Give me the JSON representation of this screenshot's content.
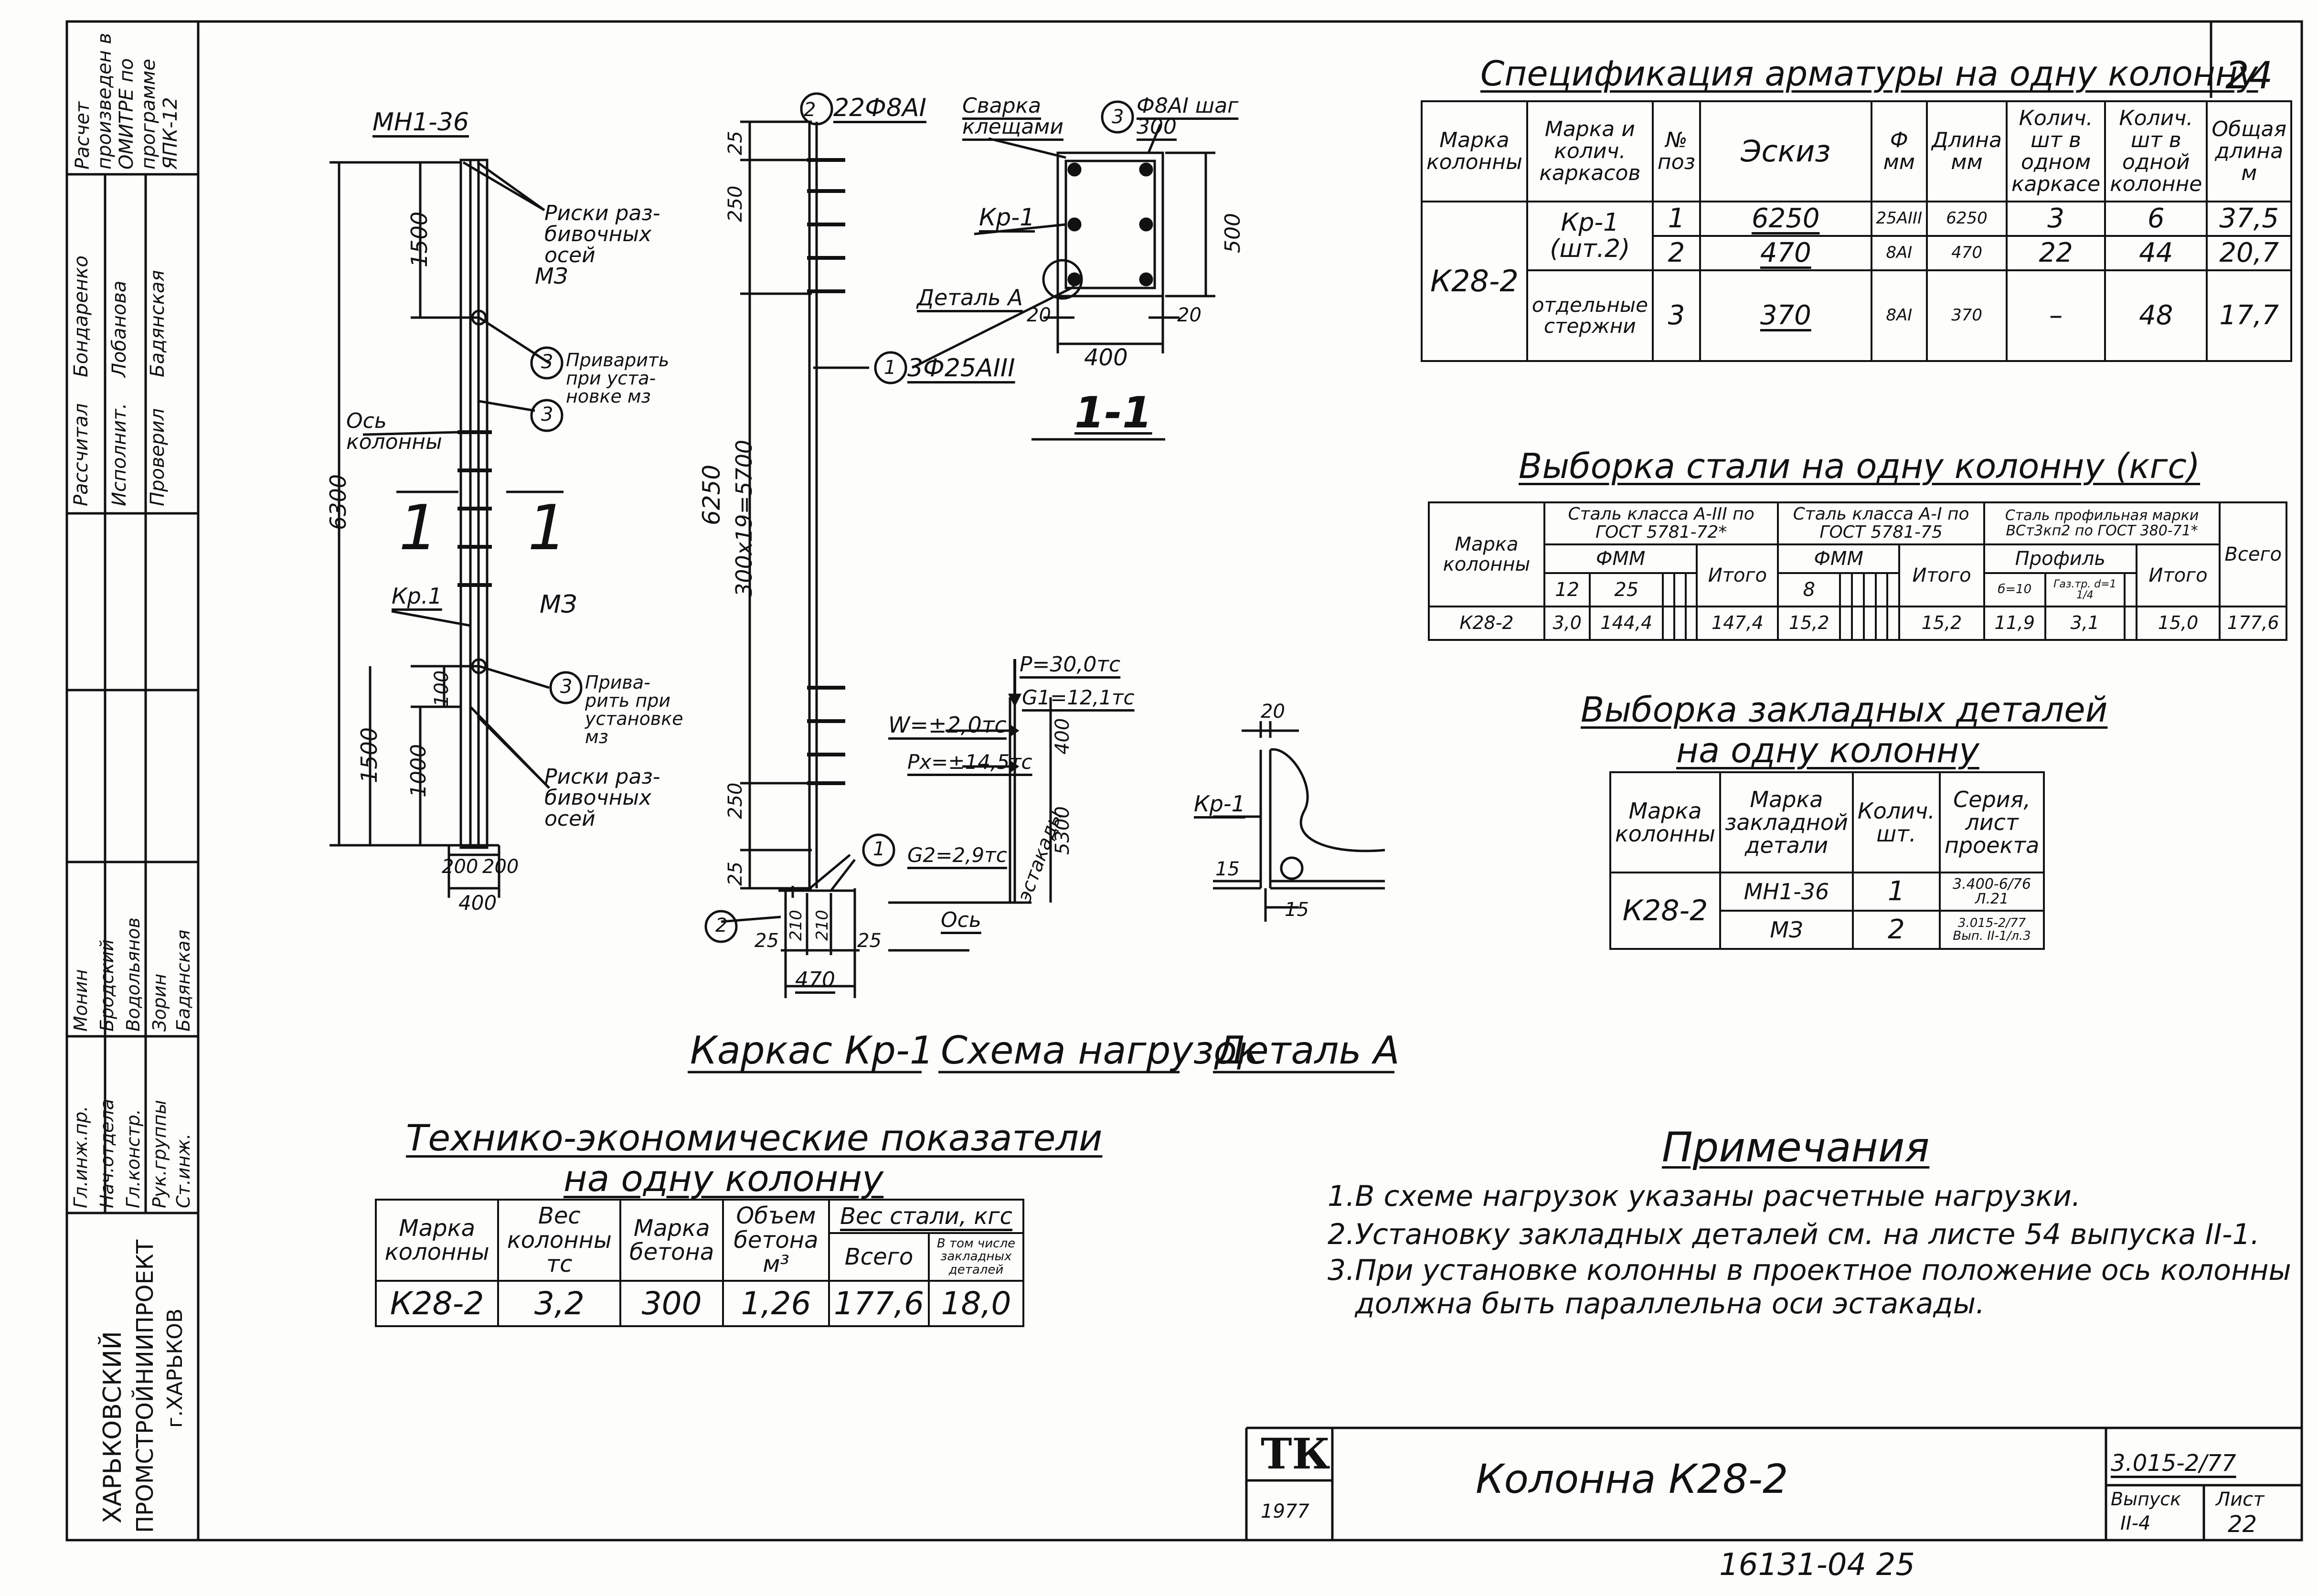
{
  "sheet_number": "24",
  "spec": {
    "title": "Спецификация арматуры на одну колонну",
    "headers": [
      "Марка колонны",
      "Марка и колич. каркасов",
      "№ поз",
      "Эскиз",
      "Ф мм",
      "Длина мм",
      "Колич. шт в одном каркасе",
      "Колич. шт в одной колонне",
      "Общая длина м"
    ],
    "header_group": "Колич. шт",
    "column_mark": "К28-2",
    "frame_mark": "Кр-1 (шт.2)",
    "separate_bars": "отдельные стержни",
    "rows": [
      {
        "pos": "1",
        "sketch": "6250",
        "dia": "25AIII",
        "len": "6250",
        "per_frame": "3",
        "per_column": "6",
        "total": "37,5"
      },
      {
        "pos": "2",
        "sketch": "470",
        "dia": "8AI",
        "len": "470",
        "per_frame": "22",
        "per_column": "44",
        "total": "20,7"
      },
      {
        "pos": "3",
        "sketch": "370",
        "dia": "8AI",
        "len": "370",
        "per_frame": "–",
        "per_column": "48",
        "total": "17,7"
      }
    ]
  },
  "steel": {
    "title": "Выборка стали на одну колонну (кгс)",
    "h_mark": "Марка колонны",
    "h_a3": "Сталь класса А-III по ГОСТ 5781-72*",
    "h_a1": "Сталь класса А-I по ГОСТ 5781-75",
    "h_prof": "Сталь профильная марки ВСт3кп2 по ГОСТ 380-71*",
    "h_fmm": "ФММ",
    "h_profile": "Профиль",
    "h_total": "Итого",
    "h_all": "Всего",
    "d12": "12",
    "d25": "25",
    "d8": "8",
    "p1": "б=10",
    "p2": "Газ.тр. d=1 1/4",
    "row": {
      "mark": "К28-2",
      "v12": "3,0",
      "v25": "144,4",
      "t1": "147,4",
      "v8": "15,2",
      "t2": "15,2",
      "p1": "11,9",
      "p2": "3,1",
      "t3": "15,0",
      "all": "177,6"
    }
  },
  "embedded": {
    "title1": "Выборка закладных деталей",
    "title2": "на одну колонну",
    "headers": [
      "Марка колонны",
      "Марка закладной детали",
      "Колич. шт.",
      "Серия, лист проекта"
    ],
    "mark": "К28-2",
    "rows": [
      {
        "detail": "МН1-36",
        "qty": "1",
        "series": "3.400-6/76 Л.21"
      },
      {
        "detail": "МЗ",
        "qty": "2",
        "series": "3.015-2/77 Вып. II-1/л.3"
      }
    ]
  },
  "tech": {
    "title1": "Технико-экономические показатели",
    "title2": "на одну колонну",
    "headers": [
      "Марка колонны",
      "Вес колонны тс",
      "Марка бетона",
      "Объем бетона м³",
      "Вес стали, кгс",
      "Всего",
      "В том числе закладных деталей"
    ],
    "row": [
      "К28-2",
      "3,2",
      "300",
      "1,26",
      "177,6",
      "18,0"
    ]
  },
  "notes": {
    "title": "Примечания",
    "items": [
      "1.В схеме нагрузок указаны расчетные нагрузки.",
      "2.Установку закладных деталей см. на листе 54 выпуска II-1.",
      "3.При установке колонны в проектное положение ось колонны",
      "   должна быть параллельна оси эстакады."
    ]
  },
  "captions": {
    "frame": "Каркас Кр-1",
    "loads": "Схема нагрузок",
    "detail": "Деталь А"
  },
  "drawing": {
    "mn": "МН1-36",
    "risks1": "Риски раз- бивочных осей",
    "m3a": "МЗ",
    "weld1": "Приварить при уста- новке мз",
    "axis": "Ось колонны",
    "kp1": "Кр.1",
    "m3b": "МЗ",
    "weld2": "Прива- рить при установке мз",
    "risks2": "Риски раз- бивочных осей",
    "sec": "1",
    "d6300": "6300",
    "d1500a": "1500",
    "d1500b": "1500",
    "d1000": "1000",
    "d100": "100",
    "d200a": "200",
    "d200b": "200",
    "d400": "400",
    "bar2": "22Ф8АI",
    "bar1": "3Ф25АIII",
    "d6250": "6250",
    "d300x19": "300х19=5700",
    "d25a": "25",
    "d250a": "250",
    "d250b": "250",
    "d25b": "25",
    "weld": "Сварка клещами",
    "bar3": "Ф8АI шаг 300",
    "kp1b": "Кр-1",
    "detA": "Деталь А",
    "d500": "500",
    "d20a": "20",
    "d20b": "20",
    "d400b": "400",
    "sec11": "1-1",
    "P": "P=30,0тс",
    "G1": "G1=12,1тс",
    "W": "W=±2,0тс",
    "Px": "Px=±14,5тс",
    "G2": "G2=2,9тс",
    "d5300": "5300",
    "d400c": "400",
    "esta": "эстакады",
    "os": "Ось",
    "d25c": "25",
    "d210a": "210",
    "d210b": "210",
    "d25d": "25",
    "d470": "470",
    "kp1c": "Кр-1",
    "d20c": "20",
    "d15a": "15",
    "d15b": "15",
    "c1": "1",
    "c2": "2",
    "c3": "3"
  },
  "side": {
    "calc": "Расчет произведен в ОМИТРЕ по программе ЯПК-12",
    "org1": "ХАРЬКОВСКИЙ",
    "org2": "ПРОМСТРОЙНИИПРОЕКТ",
    "org3": "г.ХАРЬКОВ",
    "roles": [
      "Гл.инж.пр.",
      "Нач.отдела",
      "Гл.констр.",
      "Рук.группы",
      "Ст.инж."
    ],
    "names": [
      "Монин",
      "Бродский",
      "Водольянов",
      "Зорин",
      "Бадянская"
    ],
    "roles2": [
      "Рассчитал",
      "Исполнит.",
      "Проверил"
    ],
    "names2": [
      "Бондаренко",
      "Лобанова",
      "Бадянская"
    ]
  },
  "stamp": {
    "logo": "ТК",
    "year": "1977",
    "name": "Колонна К28-2",
    "series": "3.015-2/77",
    "issue_label": "Выпуск",
    "issue": "II-4",
    "sheet_label": "Лист",
    "sheet": "22"
  },
  "footer_code": "16131-04 25"
}
